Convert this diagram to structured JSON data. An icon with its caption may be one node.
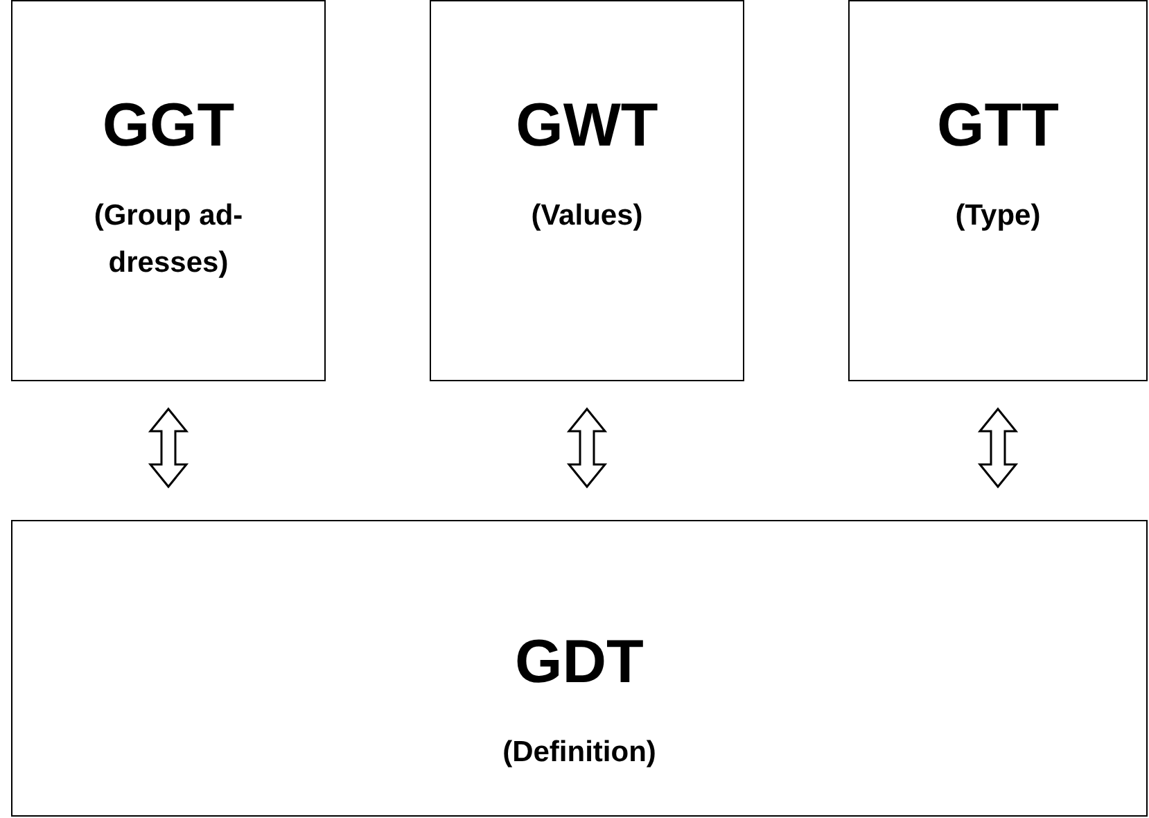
{
  "diagram": {
    "nodes": [
      {
        "text": [
          "GGT",
          "(Group ad- dresses)"
        ]
      },
      {
        "text": [
          "GWT",
          "(Values)"
        ]
      },
      {
        "text": [
          "GTT",
          "(Type)"
        ]
      },
      {
        "text": [
          "GDT",
          "(Definition)"
        ]
      }
    ],
    "edges": [
      {
        "from": 0,
        "to": 3,
        "arrow": "both"
      },
      {
        "from": 1,
        "to": 3,
        "arrow": "both"
      },
      {
        "from": 2,
        "to": 3,
        "arrow": "both"
      }
    ]
  }
}
